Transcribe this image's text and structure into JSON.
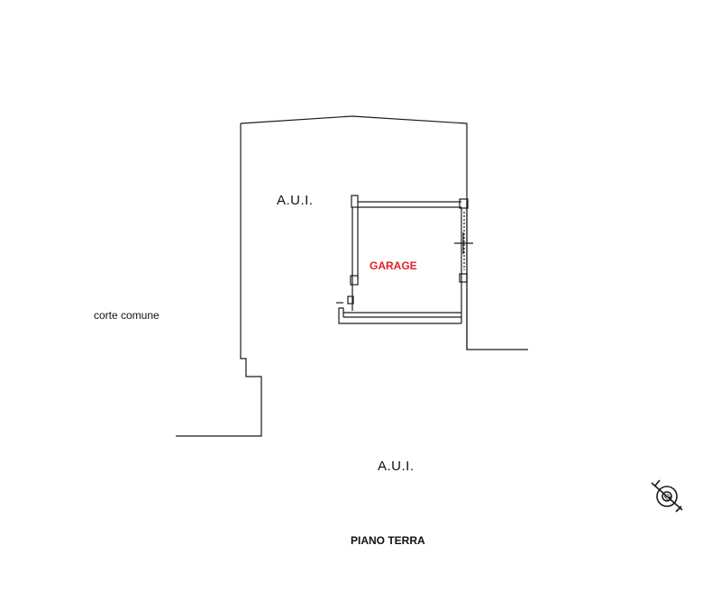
{
  "labels": {
    "area_top": "A.U.I.",
    "area_bottom": "A.U.I.",
    "courtyard": "corte comune",
    "room": "GARAGE",
    "floor": "PIANO TERRA"
  },
  "colors": {
    "room_label": "#e0202a",
    "lines": "#1a1a1a"
  },
  "icons": {
    "north_arrow": "north-arrow-icon"
  }
}
